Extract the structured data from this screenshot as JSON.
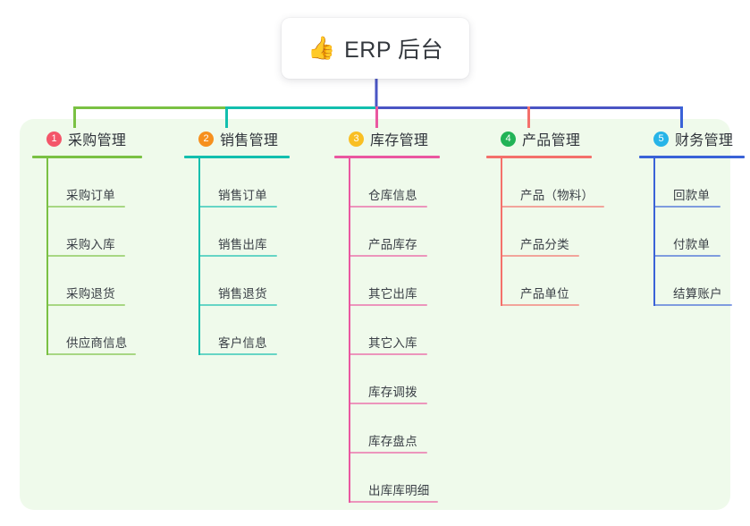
{
  "root": {
    "icon": "thumbs-up-icon",
    "icon_glyph": "👍",
    "title": "ERP 后台"
  },
  "palette": {
    "panel_bg": "#effaeb",
    "root_stem": "#4a55c4",
    "col1_line": "#7ac143",
    "col2_line": "#12bfae",
    "col3_line": "#ea57a0",
    "col4_line": "#f4706b",
    "col5_line": "#3a62d7",
    "badge1": "#f4566a",
    "badge2": "#f6901e",
    "badge3": "#f9bf24",
    "badge4": "#22b357",
    "badge5": "#27b4e8"
  },
  "columns": [
    {
      "number": "1",
      "title": "采购管理",
      "badge_color": "#f4566a",
      "line_color": "#7ac143",
      "rule_width": 123,
      "items": [
        {
          "label": "采购订单",
          "rule_width": 88
        },
        {
          "label": "采购入库",
          "rule_width": 88
        },
        {
          "label": "采购退货",
          "rule_width": 88
        },
        {
          "label": "供应商信息",
          "rule_width": 100
        }
      ]
    },
    {
      "number": "2",
      "title": "销售管理",
      "badge_color": "#f6901e",
      "line_color": "#12bfae",
      "rule_width": 118,
      "items": [
        {
          "label": "销售订单",
          "rule_width": 88
        },
        {
          "label": "销售出库",
          "rule_width": 88
        },
        {
          "label": "销售退货",
          "rule_width": 88
        },
        {
          "label": "客户信息",
          "rule_width": 88
        }
      ]
    },
    {
      "number": "3",
      "title": "库存管理",
      "badge_color": "#f9bf24",
      "line_color": "#ea57a0",
      "rule_width": 118,
      "items": [
        {
          "label": "仓库信息",
          "rule_width": 88
        },
        {
          "label": "产品库存",
          "rule_width": 88
        },
        {
          "label": "其它出库",
          "rule_width": 88
        },
        {
          "label": "其它入库",
          "rule_width": 88
        },
        {
          "label": "库存调拨",
          "rule_width": 88
        },
        {
          "label": "库存盘点",
          "rule_width": 88
        },
        {
          "label": "出库库明细",
          "rule_width": 100
        }
      ]
    },
    {
      "number": "4",
      "title": "产品管理",
      "badge_color": "#22b357",
      "line_color": "#f4706b",
      "rule_width": 118,
      "items": [
        {
          "label": "产品（物料）",
          "rule_width": 116
        },
        {
          "label": "产品分类",
          "rule_width": 88
        },
        {
          "label": "产品单位",
          "rule_width": 88
        }
      ]
    },
    {
      "number": "5",
      "title": "财务管理",
      "badge_color": "#27b4e8",
      "line_color": "#3a62d7",
      "rule_width": 118,
      "items": [
        {
          "label": "回款单",
          "rule_width": 75
        },
        {
          "label": "付款单",
          "rule_width": 75
        },
        {
          "label": "结算账户",
          "rule_width": 88
        }
      ]
    }
  ]
}
